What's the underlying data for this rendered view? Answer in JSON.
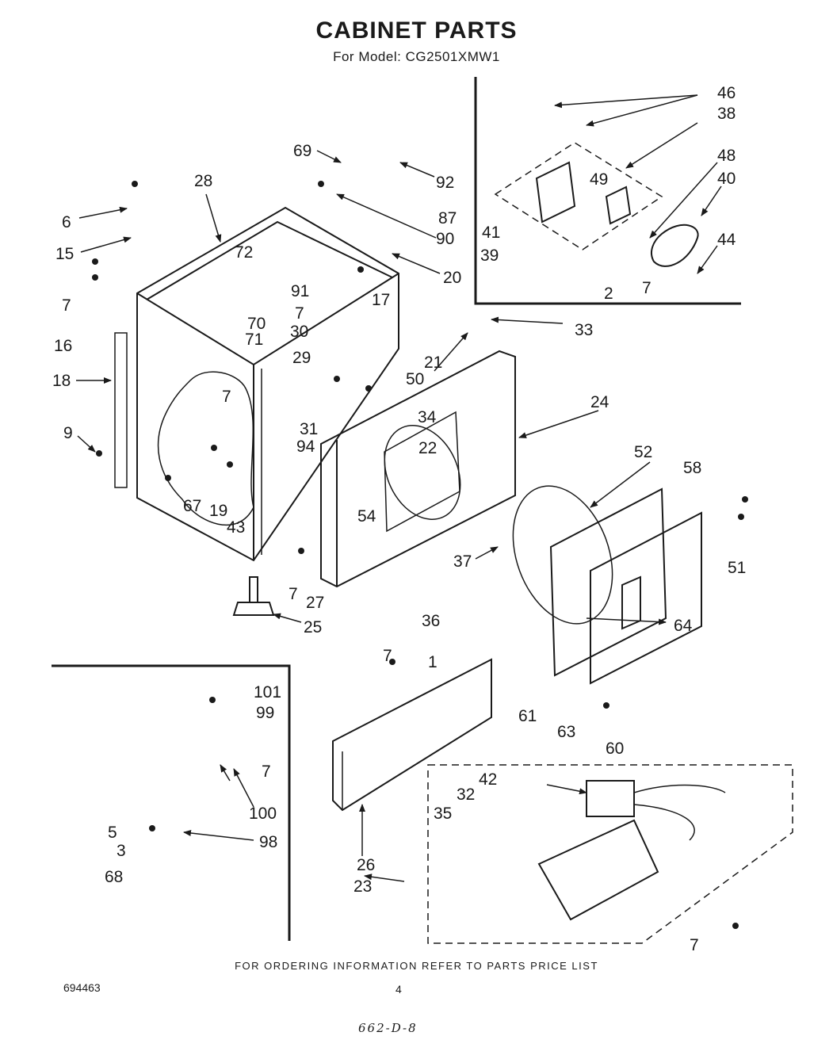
{
  "header": {
    "title": "CABINET PARTS",
    "subtitle": "For Model: CG2501XMW1"
  },
  "callouts": [
    "46",
    "38",
    "48",
    "40",
    "49",
    "41",
    "39",
    "2",
    "7",
    "44",
    "69",
    "92",
    "87",
    "90",
    "20",
    "28",
    "6",
    "15",
    "72",
    "91",
    "7",
    "17",
    "70",
    "71",
    "30",
    "29",
    "33",
    "21",
    "50",
    "7",
    "16",
    "18",
    "9",
    "31",
    "94",
    "34",
    "22",
    "24",
    "54",
    "52",
    "58",
    "7",
    "19",
    "43",
    "67",
    "37",
    "51",
    "7",
    "27",
    "25",
    "36",
    "64",
    "7",
    "1",
    "61",
    "63",
    "60",
    "101",
    "99",
    "7",
    "100",
    "5",
    "3",
    "98",
    "68",
    "42",
    "32",
    "35",
    "26",
    "23",
    "7"
  ],
  "footer": {
    "note": "FOR ORDERING INFORMATION REFER TO PARTS PRICE LIST",
    "doc_number": "694463",
    "page_number": "4",
    "handwritten_code": "662-D-8"
  }
}
